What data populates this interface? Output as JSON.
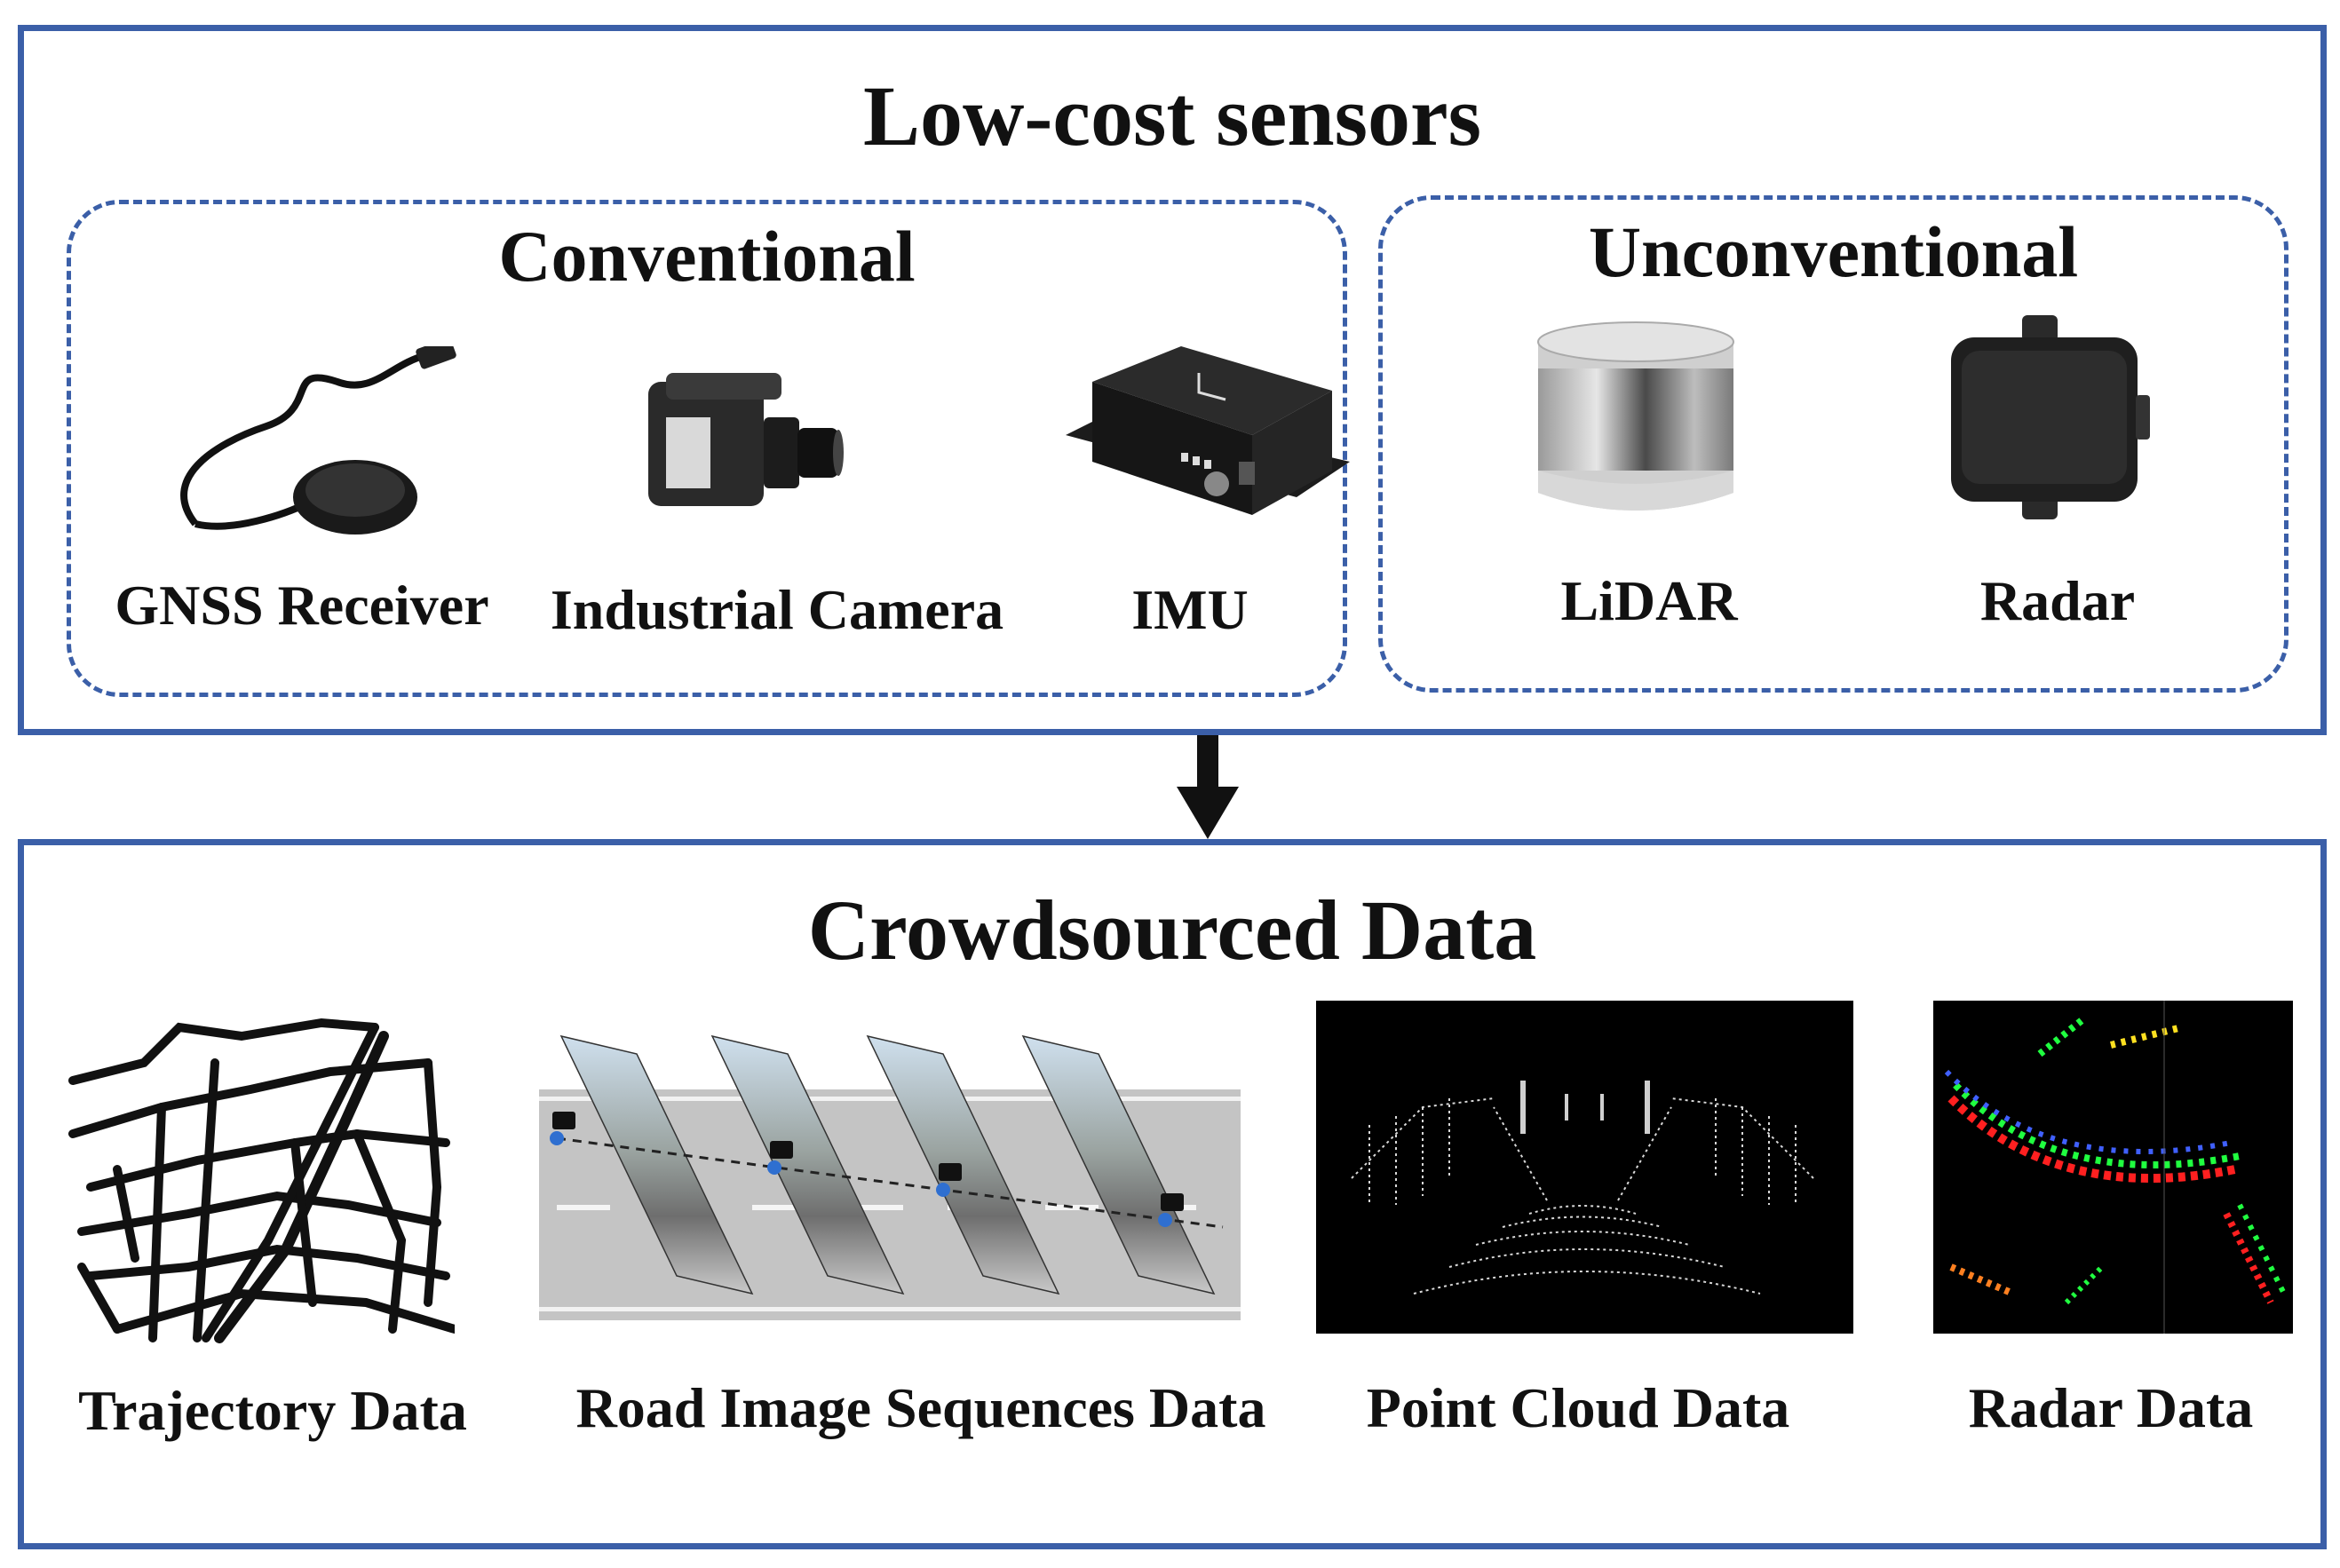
{
  "top": {
    "title": "Low-cost sensors",
    "conventional": {
      "title": "Conventional",
      "items": [
        {
          "label": "GNSS Receiver",
          "icon": "gnss-receiver-icon"
        },
        {
          "label": "Industrial Camera",
          "icon": "industrial-camera-icon"
        },
        {
          "label": "IMU",
          "icon": "imu-icon"
        }
      ]
    },
    "unconventional": {
      "title": "Unconventional",
      "items": [
        {
          "label": "LiDAR",
          "icon": "lidar-icon"
        },
        {
          "label": "Radar",
          "icon": "radar-icon"
        }
      ]
    }
  },
  "bottom": {
    "title": "Crowdsourced Data",
    "items": [
      {
        "label": "Trajectory Data"
      },
      {
        "label": "Road Image Sequences Data"
      },
      {
        "label": "Point Cloud Data"
      },
      {
        "label": "Radar Data"
      }
    ]
  },
  "colors": {
    "frame": "#3b5fa8",
    "arrow": "#111111"
  }
}
